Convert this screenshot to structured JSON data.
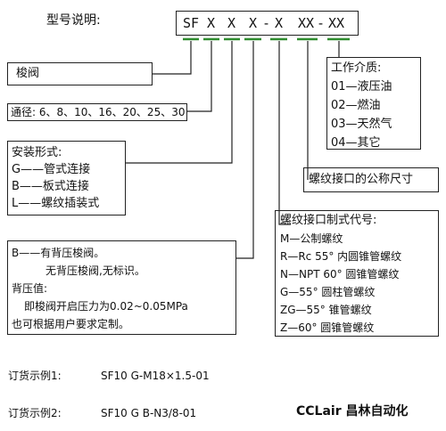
{
  "title": "型号说明:",
  "code": {
    "prefix": "SF",
    "pos1": "X",
    "pos2": "X",
    "pos3": "X",
    "dash1": "-",
    "pos4": "X",
    "pos5": "XX",
    "dash2": "-",
    "pos6": "XX"
  },
  "colors": {
    "underline": "#2e8b2e",
    "line": "#222222"
  },
  "boxes": {
    "valve_type": {
      "label": "梭阀"
    },
    "diameter": {
      "label": "通径: 6、8、10、16、20、25、30"
    },
    "medium": {
      "header": "工作介质:",
      "items": [
        "01—液压油",
        "02—燃油",
        "03—天然气",
        "04—其它"
      ]
    },
    "thread_size": {
      "label": "螺纹接口的公称尺寸"
    },
    "install": {
      "header": "安装形式:",
      "items": [
        "G——管式连接",
        "B——板式连接",
        "L——螺纹插装式"
      ]
    },
    "thread_standard": {
      "header": "螺纹接口制式代号:",
      "items": [
        "M—公制螺纹",
        "R—Rc 55° 内圆锥管螺纹",
        "N—NPT 60° 圆锥管螺纹",
        "G—55° 圆柱管螺纹",
        "ZG—55° 锥管螺纹",
        "Z—60° 圆锥管螺纹"
      ]
    },
    "back_pressure": {
      "line1": "B——有背压梭阀。",
      "line2": "无背压梭阀,无标识。",
      "line3": "背压值:",
      "line4": "即梭阀开启压力为0.02~0.05MPa",
      "line5": "也可根据用户要求定制。"
    }
  },
  "examples": [
    {
      "label": "订货示例1:",
      "code": "SF10 G-M18×1.5-01"
    },
    {
      "label": "订货示例2:",
      "code": "SF10 G B-N3/8-01"
    }
  ],
  "brand": "CCLair 昌林自动化"
}
